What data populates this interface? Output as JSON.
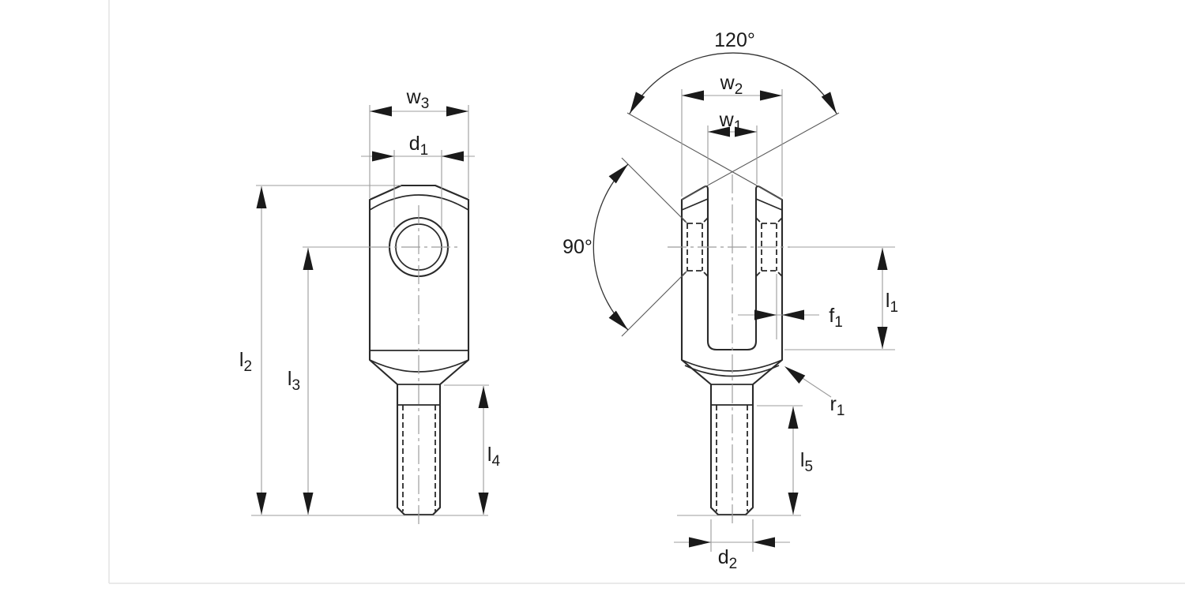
{
  "drawing_title": "",
  "dims": {
    "w3": {
      "base": "w",
      "sub": "3"
    },
    "d1": {
      "base": "d",
      "sub": "1"
    },
    "l2": {
      "base": "l",
      "sub": "2"
    },
    "l3": {
      "base": "l",
      "sub": "3"
    },
    "l4": {
      "base": "l",
      "sub": "4"
    },
    "w2": {
      "base": "w",
      "sub": "2"
    },
    "w1": {
      "base": "w",
      "sub": "1"
    },
    "f1": {
      "base": "f",
      "sub": "1"
    },
    "l1": {
      "base": "l",
      "sub": "1"
    },
    "r1": {
      "base": "r",
      "sub": "1"
    },
    "l5": {
      "base": "l",
      "sub": "5"
    },
    "d2": {
      "base": "d",
      "sub": "2"
    }
  },
  "angles": {
    "fork_opening": "120°",
    "countersink": "90°"
  },
  "colors": {
    "outline": "#2a2a2a",
    "dim_line": "#9c9c9c",
    "arrowhead": "#1a1a1a",
    "construction": "#5a5a5a",
    "page_border": "#e4e4e4",
    "background": "#ffffff",
    "label": "#1a1a1a"
  }
}
